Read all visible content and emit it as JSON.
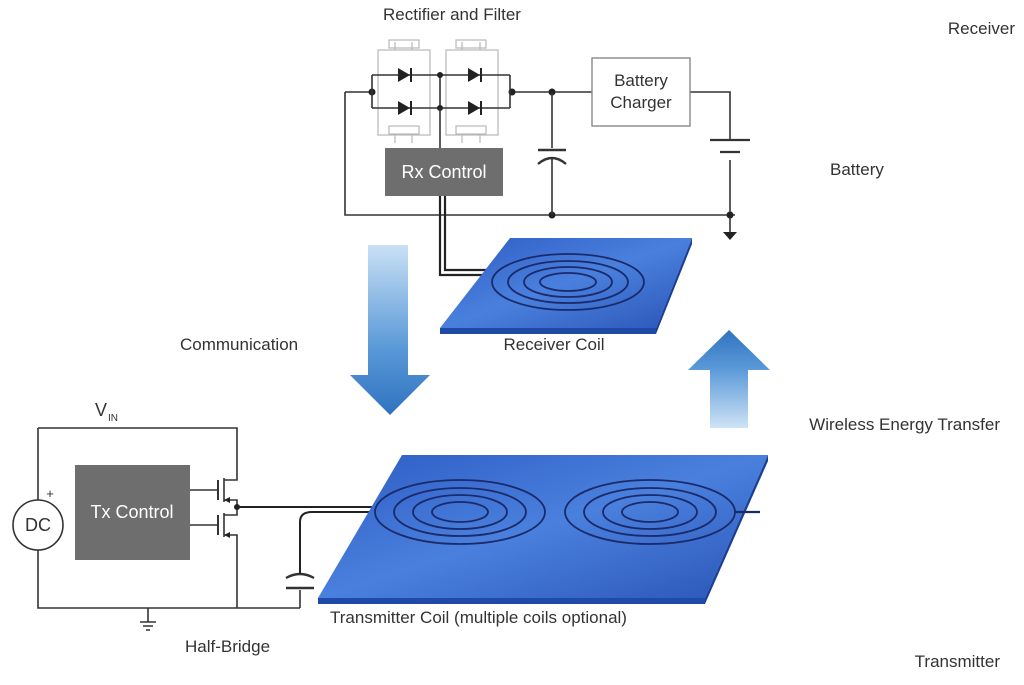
{
  "labels": {
    "rectifier": "Rectifier and Filter",
    "receiver": "Receiver",
    "battery_charger_line1": "Battery",
    "battery_charger_line2": "Charger",
    "battery": "Battery",
    "rx_control": "Rx Control",
    "communication": "Communication",
    "receiver_coil": "Receiver Coil",
    "v_in_main": "V",
    "v_in_sub": "IN",
    "dc_plus": "+",
    "dc": "DC",
    "tx_control": "Tx Control",
    "wireless": "Wireless Energy Transfer",
    "transmitter_coil": "Transmitter Coil (multiple coils optional)",
    "half_bridge": "Half-Bridge",
    "transmitter": "Transmitter"
  },
  "colors": {
    "control_box": "#6e6e6e",
    "coil_plate": "#3b6fd1",
    "arrow": "#3d86cf",
    "wire": "#333333"
  }
}
